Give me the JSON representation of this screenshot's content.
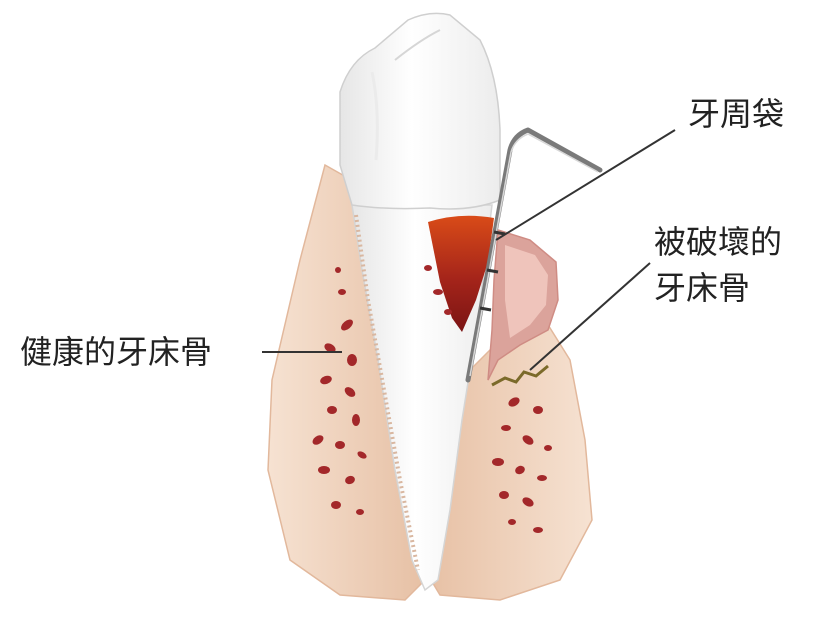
{
  "labels": {
    "periodontal_pocket": "牙周袋",
    "destroyed_bone_line1": "被破壞的",
    "destroyed_bone_line2": "牙床骨",
    "healthy_bone": "健康的牙床骨"
  },
  "colors": {
    "bone": "#e9c7ad",
    "bone_light": "#f4dfcf",
    "gum": "#d8958e",
    "gum_light": "#ecc0b8",
    "tooth": "#ffffff",
    "tooth_shadow": "#e3e3e3",
    "marrow": "#a3282a",
    "pocket_dark": "#8a1a1a",
    "pocket_light": "#e2541c",
    "probe": "#666666",
    "leader_line": "#333333"
  }
}
